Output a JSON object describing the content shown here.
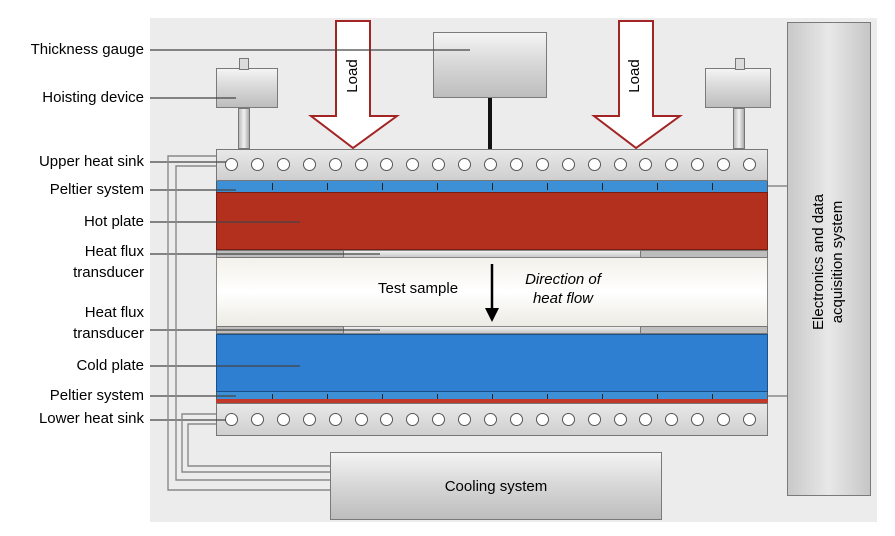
{
  "labels": {
    "thickness_gauge": "Thickness gauge",
    "hoisting_device": "Hoisting device",
    "upper_heat_sink": "Upper heat sink",
    "peltier_upper": "Peltier system",
    "hot_plate": "Hot plate",
    "heat_flux_upper_1": "Heat flux",
    "heat_flux_upper_2": "transducer",
    "heat_flux_lower_1": "Heat flux",
    "heat_flux_lower_2": "transducer",
    "cold_plate": "Cold plate",
    "peltier_lower": "Peltier system",
    "lower_heat_sink": "Lower heat sink"
  },
  "arrows": {
    "load_left": "Load",
    "load_right": "Load"
  },
  "center": {
    "test_sample": "Test sample",
    "direction_1": "Direction of",
    "direction_2": "heat flow"
  },
  "cooling_system": "Cooling system",
  "electronics_1": "Electronics and data",
  "electronics_2": "acquisition system",
  "colors": {
    "hot_plate": "#b3301f",
    "cold_plate": "#2e7fd1",
    "peltier_blue": "#3d8fd6",
    "peltier_red": "#c0392b",
    "load_arrow_stroke": "#a32424",
    "background_panel": "#ececec"
  },
  "icons": [
    "load-arrow-icon",
    "heat-flow-arrow-icon"
  ]
}
